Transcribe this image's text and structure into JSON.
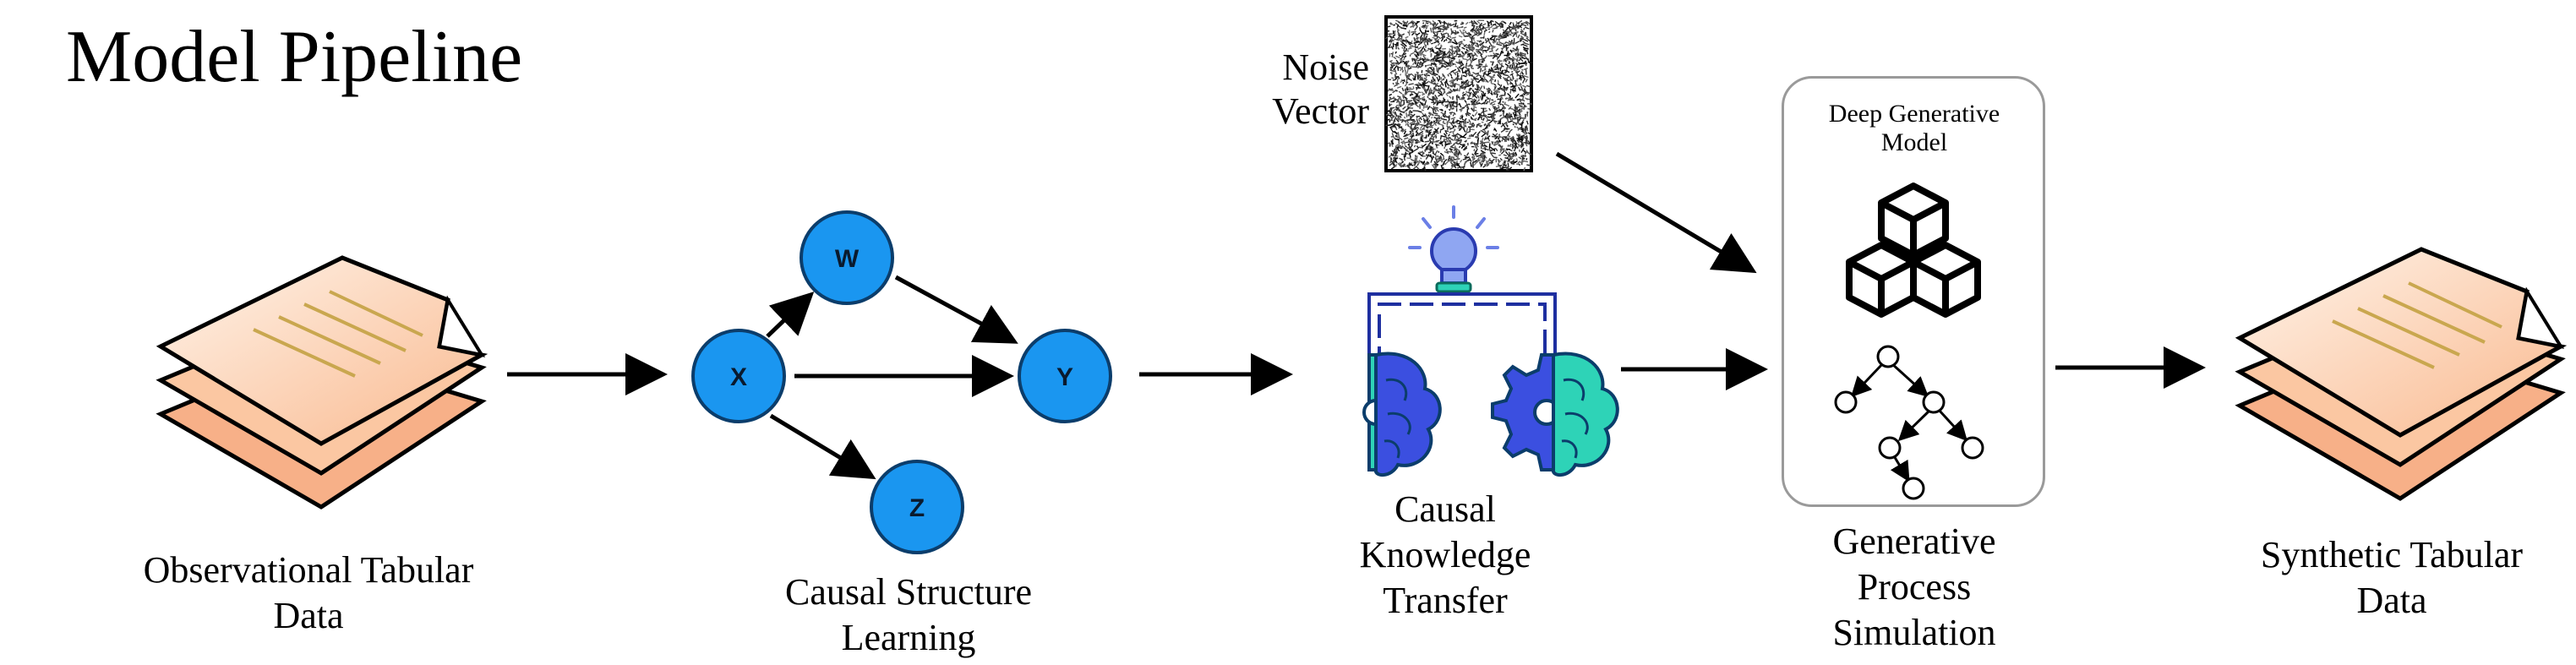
{
  "title": "Model Pipeline",
  "stages": {
    "observational": "Observational Tabular Data",
    "structure_learning": "Causal Structure Learning",
    "knowledge_transfer": "Causal Knowledge Transfer",
    "simulation": "Generative Process Simulation",
    "synthetic": "Synthetic Tabular Data"
  },
  "observational_lines": [
    "Observational Tabular",
    "Data"
  ],
  "structure_lines": [
    "Causal Structure",
    "Learning"
  ],
  "transfer_lines": [
    "Causal",
    "Knowledge",
    "Transfer"
  ],
  "simulation_lines": [
    "Generative",
    "Process",
    "Simulation"
  ],
  "synthetic_lines": [
    "Synthetic Tabular",
    "Data"
  ],
  "noise_lines": [
    "Noise",
    "Vector"
  ],
  "model_lines": [
    "Deep Generative",
    "Model"
  ],
  "causal_graph": {
    "nodes": [
      "W",
      "X",
      "Y",
      "Z"
    ]
  },
  "colors": {
    "node_fill": "#1a96f0",
    "node_stroke": "#0b3d6b",
    "doc_fill": "#fde2cc",
    "doc_lines": "#c9a74f",
    "teal": "#2ed3b7",
    "indigo": "#3b4fe0",
    "bulb": "#8fa6f2"
  },
  "icons": [
    "document-stack-icon",
    "noise-texture-icon",
    "lightbulb-icon",
    "gear-brain-icon",
    "cubes-icon",
    "tree-graph-icon"
  ]
}
